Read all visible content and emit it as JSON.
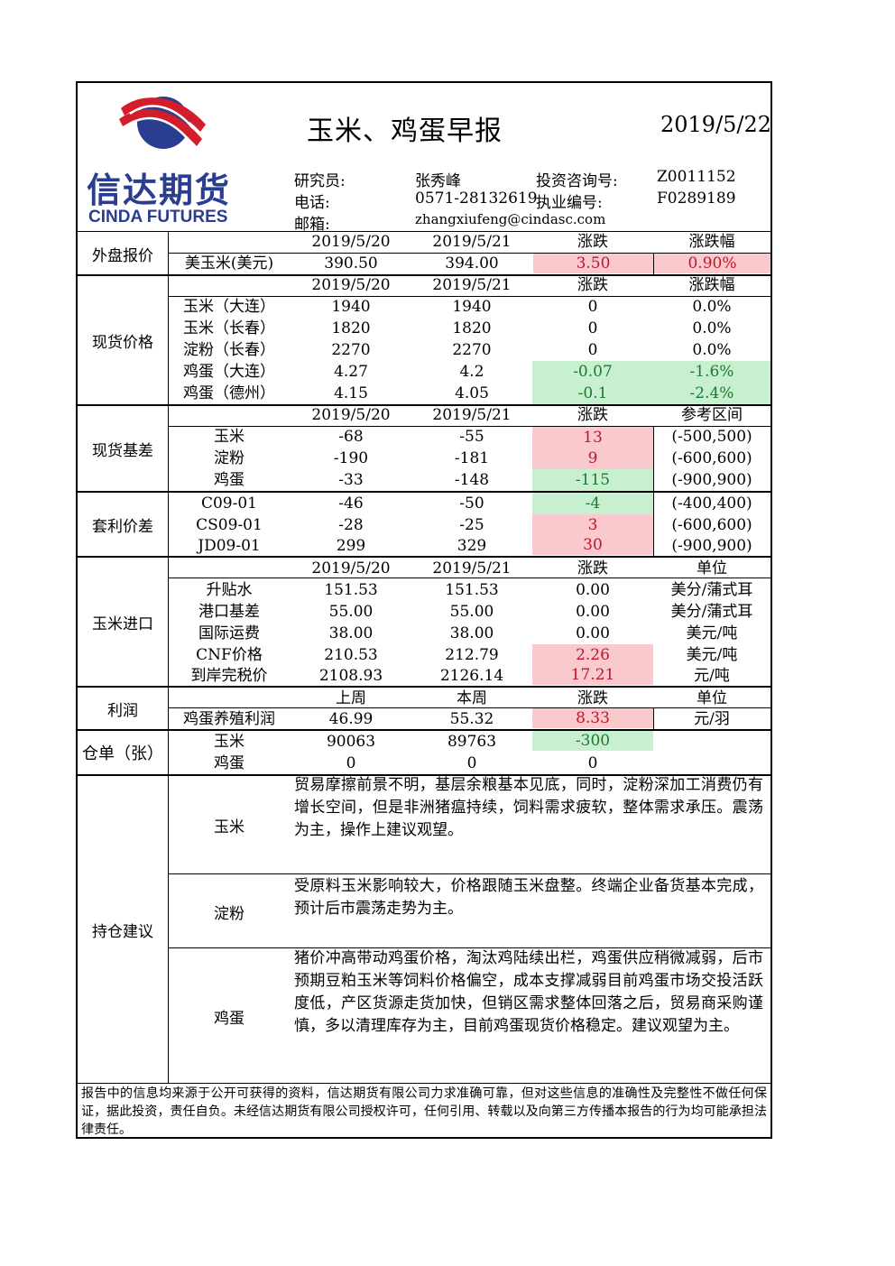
{
  "header": {
    "logo_cn": "信达期货",
    "logo_en": "CINDA FUTURES",
    "title": "玉米、鸡蛋早报",
    "date": "2019/5/22",
    "researcher_label": "研究员:",
    "researcher": "张秀峰",
    "consult_label": "投资咨询号:",
    "consult_no": "Z0011152",
    "phone_label": "电话:",
    "phone": "0571-28132619",
    "license_label": "执业编号:",
    "license_no": "F0289189",
    "email_label": "邮箱:",
    "email": "zhangxiufeng@cindasc.com"
  },
  "colors": {
    "red_bg": "#f9c9cd",
    "green_bg": "#c8efcf",
    "logo_red": "#d21e2b",
    "logo_blue": "#2a3d8f"
  },
  "external": {
    "label": "外盘报价",
    "headers": [
      "2019/5/20",
      "2019/5/21",
      "涨跌",
      "涨跌幅"
    ],
    "rows": [
      [
        "美玉米(美元)",
        "390.50",
        "394.00",
        "3.50",
        "0.90%"
      ]
    ]
  },
  "spot": {
    "label": "现货价格",
    "headers": [
      "2019/5/20",
      "2019/5/21",
      "涨跌",
      "涨跌幅"
    ],
    "rows": [
      [
        "玉米（大连）",
        "1940",
        "1940",
        "0",
        "0.0%"
      ],
      [
        "玉米（长春）",
        "1820",
        "1820",
        "0",
        "0.0%"
      ],
      [
        "淀粉（长春）",
        "2270",
        "2270",
        "0",
        "0.0%"
      ],
      [
        "鸡蛋（大连）",
        "4.27",
        "4.2",
        "-0.07",
        "-1.6%"
      ],
      [
        "鸡蛋（德州）",
        "4.15",
        "4.05",
        "-0.1",
        "-2.4%"
      ]
    ]
  },
  "basis": {
    "label": "现货基差",
    "headers": [
      "2019/5/20",
      "2019/5/21",
      "涨跌",
      "参考区间"
    ],
    "rows": [
      [
        "玉米",
        "-68",
        "-55",
        "13",
        "(-500,500)"
      ],
      [
        "淀粉",
        "-190",
        "-181",
        "9",
        "(-600,600)"
      ],
      [
        "鸡蛋",
        "-33",
        "-148",
        "-115",
        "(-900,900)"
      ]
    ]
  },
  "spread": {
    "label": "套利价差",
    "rows": [
      [
        "C09-01",
        "-46",
        "-50",
        "-4",
        "(-400,400)"
      ],
      [
        "CS09-01",
        "-28",
        "-25",
        "3",
        "(-600,600)"
      ],
      [
        "JD09-01",
        "299",
        "329",
        "30",
        "(-900,900)"
      ]
    ]
  },
  "import": {
    "label": "玉米进口",
    "headers": [
      "2019/5/20",
      "2019/5/21",
      "涨跌",
      "单位"
    ],
    "rows": [
      [
        "升贴水",
        "151.53",
        "151.53",
        "0.00",
        "美分/蒲式耳"
      ],
      [
        "港口基差",
        "55.00",
        "55.00",
        "0.00",
        "美分/蒲式耳"
      ],
      [
        "国际运费",
        "38.00",
        "38.00",
        "0.00",
        "美元/吨"
      ],
      [
        "CNF价格",
        "210.53",
        "212.79",
        "2.26",
        "美元/吨"
      ],
      [
        "到岸完税价",
        "2108.93",
        "2126.14",
        "17.21",
        "元/吨"
      ]
    ]
  },
  "profit": {
    "label": "利润",
    "headers": [
      "上周",
      "本周",
      "涨跌",
      "单位"
    ],
    "rows": [
      [
        "鸡蛋养殖利润",
        "46.99",
        "55.32",
        "8.33",
        "元/羽"
      ]
    ]
  },
  "warehouse": {
    "label": "仓单（张）",
    "rows": [
      [
        "玉米",
        "90063",
        "89763",
        "-300"
      ],
      [
        "鸡蛋",
        "0",
        "0",
        "0"
      ]
    ]
  },
  "advice": {
    "label": "持仓建议",
    "items": [
      {
        "name": "玉米",
        "text": "贸易摩擦前景不明，基层余粮基本见底，同时，淀粉深加工消费仍有增长空间，但是非洲猪瘟持续，饲料需求疲软，整体需求承压。震荡为主，操作上建议观望。"
      },
      {
        "name": "淀粉",
        "text": "受原料玉米影响较大，价格跟随玉米盘整。终端企业备货基本完成，预计后市震荡走势为主。"
      },
      {
        "name": "鸡蛋",
        "text": "猪价冲高带动鸡蛋价格，淘汰鸡陆续出栏，鸡蛋供应稍微减弱，后市预期豆粕玉米等饲料价格偏空，成本支撑减弱目前鸡蛋市场交投活跃度低，产区货源走货加快，但销区需求整体回落之后，贸易商采购谨慎，多以清理库存为主，目前鸡蛋现货价格稳定。建议观望为主。"
      }
    ]
  },
  "disclaimer": "报告中的信息均来源于公开可获得的资料，信达期货有限公司力求准确可靠，但对这些信息的准确性及完整性不做任何保证，据此投资，责任自负。未经信达期货有限公司授权许可，任何引用、转载以及向第三方传播本报告的行为均可能承担法律责任。"
}
